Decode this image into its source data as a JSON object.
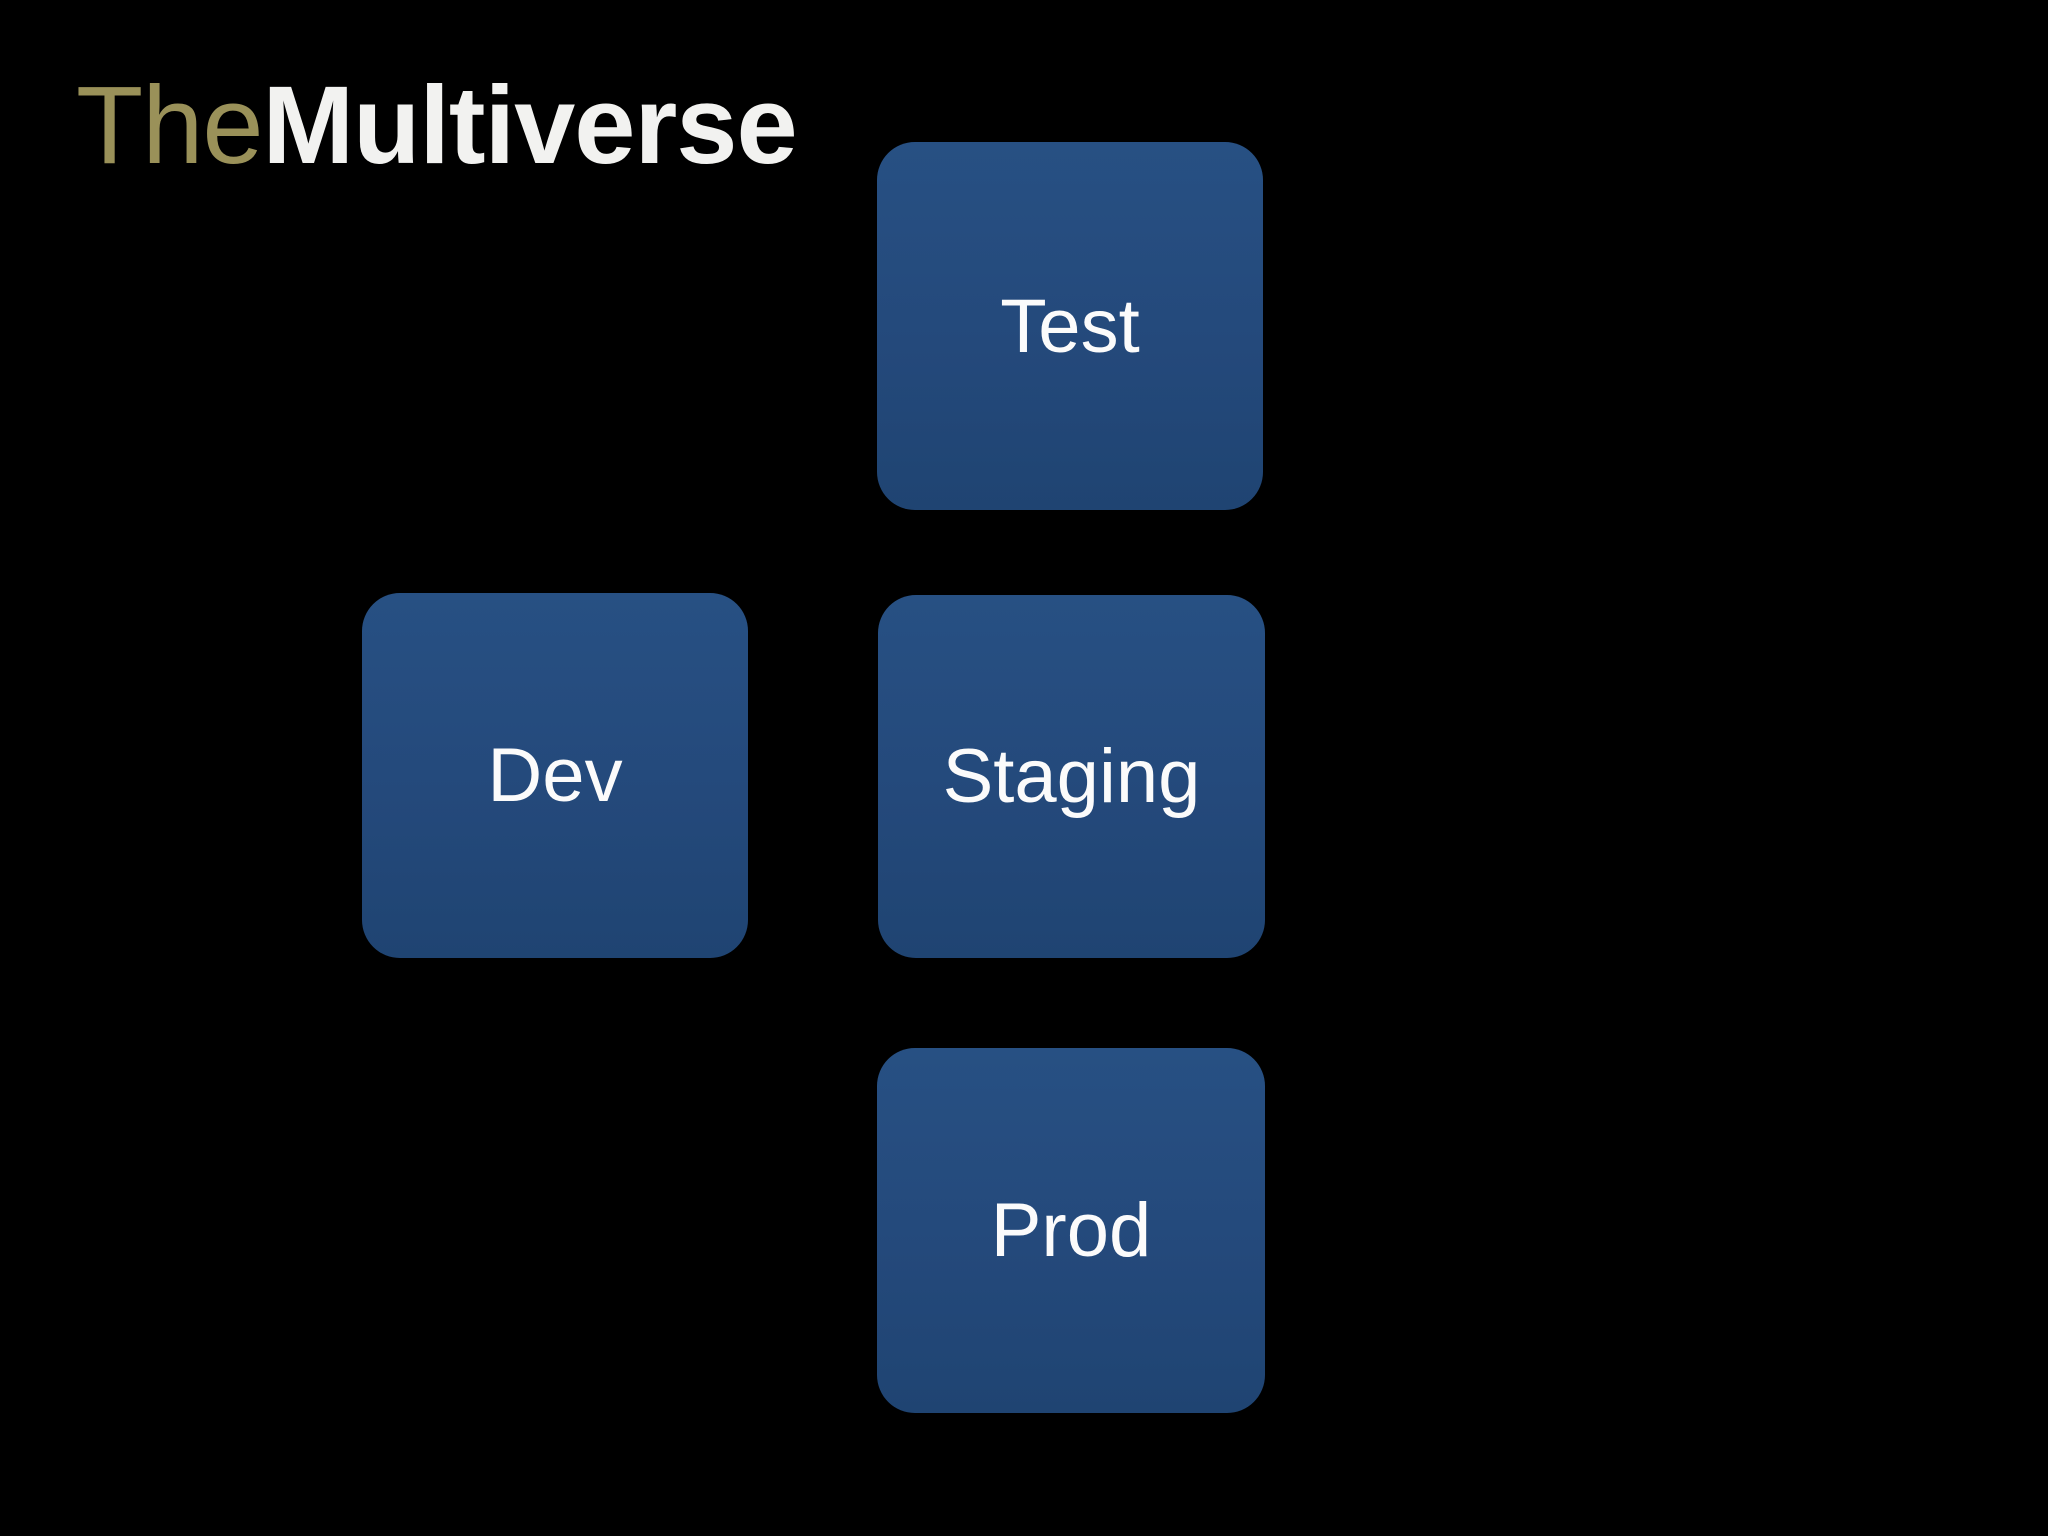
{
  "slide": {
    "title": {
      "prefix": "The",
      "emphasis": "Multiverse"
    }
  },
  "diagram": {
    "type": "environment-boxes",
    "nodes": [
      {
        "id": "test",
        "label": "Test"
      },
      {
        "id": "dev",
        "label": "Dev"
      },
      {
        "id": "staging",
        "label": "Staging"
      },
      {
        "id": "prod",
        "label": "Prod"
      }
    ]
  },
  "colors": {
    "background": "#000000",
    "node_fill": "#24497b",
    "node_fill_top": "#275083",
    "node_fill_bottom": "#1f4472",
    "node_text": "#fbfbfb",
    "title_prefix": "#9a9159",
    "title_emphasis": "#f2f2f0"
  }
}
